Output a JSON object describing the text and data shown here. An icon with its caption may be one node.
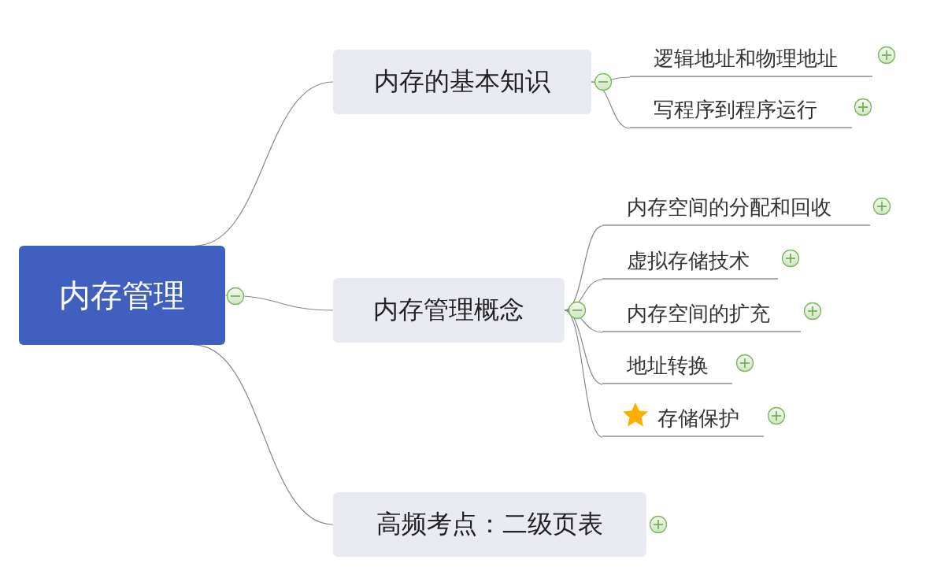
{
  "diagram": {
    "nodes": [
      {
        "text": [
          "内存管理"
        ]
      },
      {
        "text": [
          "内存的基本知识"
        ]
      },
      {
        "text": [
          "逻辑地址和物理地址"
        ]
      },
      {
        "text": [
          "写程序到程序运行"
        ]
      },
      {
        "text": [
          "内存管理概念"
        ]
      },
      {
        "text": [
          "内存空间的分配和回收"
        ]
      },
      {
        "text": [
          "虚拟存储技术"
        ]
      },
      {
        "text": [
          "内存空间的扩充"
        ]
      },
      {
        "text": [
          "地址转换"
        ]
      },
      {
        "text": [
          "存储保护"
        ]
      },
      {
        "text": [
          "高频考点：二级页表"
        ]
      }
    ],
    "edges": [
      {
        "from": 0,
        "to": 1,
        "arrow": "none"
      },
      {
        "from": 0,
        "to": 4,
        "arrow": "none"
      },
      {
        "from": 0,
        "to": 10,
        "arrow": "none"
      },
      {
        "from": 1,
        "to": 2,
        "arrow": "none"
      },
      {
        "from": 1,
        "to": 3,
        "arrow": "none"
      },
      {
        "from": 4,
        "to": 5,
        "arrow": "none"
      },
      {
        "from": 4,
        "to": 6,
        "arrow": "none"
      },
      {
        "from": 4,
        "to": 7,
        "arrow": "none"
      },
      {
        "from": 4,
        "to": 8,
        "arrow": "none"
      },
      {
        "from": 4,
        "to": 9,
        "arrow": "none"
      }
    ]
  }
}
